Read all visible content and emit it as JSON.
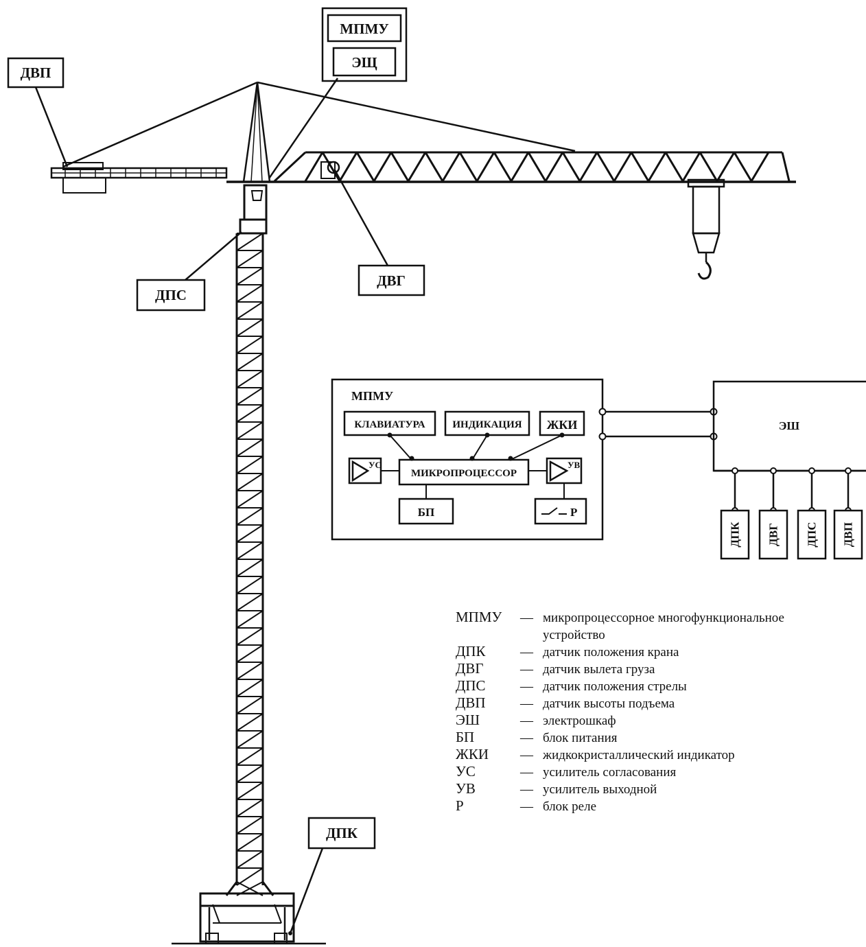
{
  "crane_labels": {
    "mpmu": "МПМУ",
    "esh_top": "ЭЩ",
    "dvp": "ДВП",
    "dps": "ДПС",
    "dvg": "ДВГ",
    "dpk": "ДПК"
  },
  "block_diagram": {
    "mpmu_title": "МПМУ",
    "keyboard": "КЛАВИАТУРА",
    "indication": "ИНДИКАЦИЯ",
    "lcd": "ЖКИ",
    "microprocessor": "МИКРОПРОЦЕССОР",
    "us": "УС",
    "uv": "УВ",
    "bp": "БП",
    "relay": "Р",
    "esh": "ЭШ",
    "sensors": [
      "ДПК",
      "ДВГ",
      "ДПС",
      "ДВП"
    ]
  },
  "legend": [
    {
      "abbr": "МПМУ",
      "dash": "—",
      "text": [
        "микропроцессорное многофункциональное",
        "устройство"
      ]
    },
    {
      "abbr": "ДПК",
      "dash": "—",
      "text": [
        "датчик положения крана"
      ]
    },
    {
      "abbr": "ДВГ",
      "dash": "—",
      "text": [
        "датчик вылета груза"
      ]
    },
    {
      "abbr": "ДПС",
      "dash": "—",
      "text": [
        "датчик положения стрелы"
      ]
    },
    {
      "abbr": "ДВП",
      "dash": "—",
      "text": [
        "датчик высоты подъема"
      ]
    },
    {
      "abbr": "ЭШ",
      "dash": "—",
      "text": [
        "электрошкаф"
      ]
    },
    {
      "abbr": "БП",
      "dash": "—",
      "text": [
        "блок питания"
      ]
    },
    {
      "abbr": "ЖКИ",
      "dash": "—",
      "text": [
        "жидкокристаллический индикатор"
      ]
    },
    {
      "abbr": "УС",
      "dash": "—",
      "text": [
        "усилитель согласования"
      ]
    },
    {
      "abbr": "УВ",
      "dash": "—",
      "text": [
        "усилитель выходной"
      ]
    },
    {
      "abbr": "Р",
      "dash": "—",
      "text": [
        "блок реле"
      ]
    }
  ]
}
